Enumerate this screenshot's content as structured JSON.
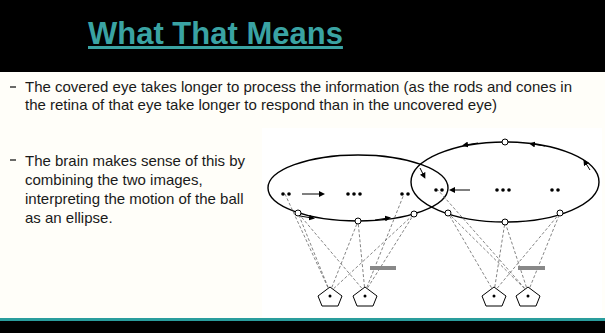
{
  "diagram": {
    "title": "What That Means",
    "labels": [
      "The covered eye takes longer to process the information (as the rods and cones in the retina of that eye take longer to respond than in the uncovered eye)",
      "The brain makes sense of this by combining the two images, interpreting the motion of the ball as an ellipse."
    ]
  }
}
